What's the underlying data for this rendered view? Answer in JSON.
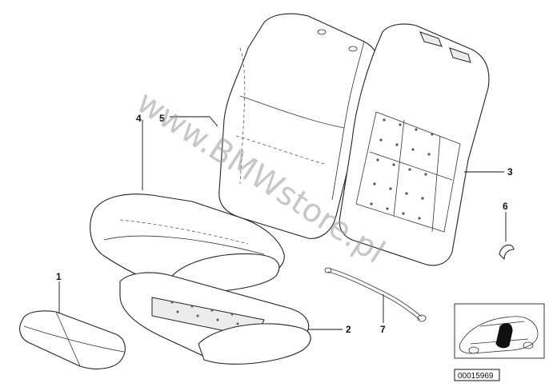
{
  "callouts": {
    "p1": "1",
    "p2": "2",
    "p3": "3",
    "p4": "4",
    "p5": "5",
    "p6": "6",
    "p7": "7"
  },
  "watermark": "www.BMWstore.pl",
  "diagram_code": "00015969"
}
